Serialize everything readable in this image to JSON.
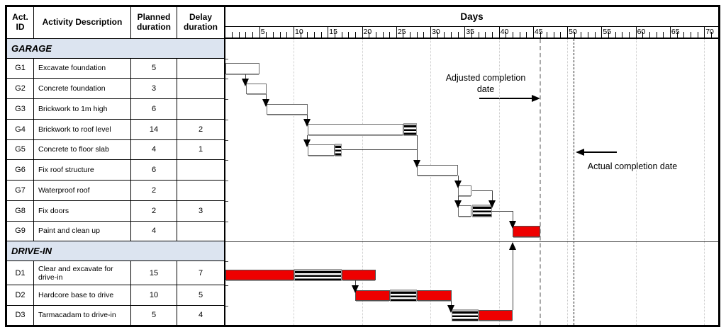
{
  "table": {
    "headers": {
      "id": "Act. ID",
      "description": "Activity Description",
      "planned": "Planned duration",
      "delay": "Delay duration"
    }
  },
  "chart": {
    "axis_title": "Days",
    "major_ticks": [
      5,
      10,
      15,
      20,
      25,
      30,
      35,
      40,
      45,
      50,
      55,
      60,
      65,
      70
    ],
    "annotations": {
      "adjusted": "Adjusted completion date",
      "actual": "Actual completion date"
    },
    "section_band_color": "#dce4f0",
    "bar_red_color": "#ee0000"
  },
  "chart_data": {
    "type": "gantt",
    "xlabel": "Days",
    "xlim": [
      0,
      72
    ],
    "x_major_ticks": [
      5,
      10,
      15,
      20,
      25,
      30,
      35,
      40,
      45,
      50,
      55,
      60,
      65,
      70
    ],
    "sections": [
      {
        "label": "GARAGE",
        "activities": [
          {
            "id": "G1",
            "description": "Excavate foundation",
            "planned_duration": 5,
            "delay_duration": null,
            "bar": [
              {
                "kind": "planned",
                "start": 0,
                "end": 5
              }
            ]
          },
          {
            "id": "G2",
            "description": "Concrete foundation",
            "planned_duration": 3,
            "delay_duration": null,
            "bar": [
              {
                "kind": "planned",
                "start": 3,
                "end": 6
              }
            ]
          },
          {
            "id": "G3",
            "description": "Brickwork to 1m high",
            "planned_duration": 6,
            "delay_duration": null,
            "bar": [
              {
                "kind": "planned",
                "start": 6,
                "end": 12
              }
            ]
          },
          {
            "id": "G4",
            "description": "Brickwork to roof level",
            "planned_duration": 14,
            "delay_duration": 2,
            "bar": [
              {
                "kind": "planned",
                "start": 12,
                "end": 26
              },
              {
                "kind": "delay",
                "start": 26,
                "end": 28
              }
            ]
          },
          {
            "id": "G5",
            "description": "Concrete to floor slab",
            "planned_duration": 4,
            "delay_duration": 1,
            "bar": [
              {
                "kind": "planned",
                "start": 12,
                "end": 16
              },
              {
                "kind": "delay",
                "start": 16,
                "end": 17
              }
            ]
          },
          {
            "id": "G6",
            "description": "Fix roof structure",
            "planned_duration": 6,
            "delay_duration": null,
            "bar": [
              {
                "kind": "planned",
                "start": 28,
                "end": 34
              }
            ]
          },
          {
            "id": "G7",
            "description": "Waterproof roof",
            "planned_duration": 2,
            "delay_duration": null,
            "bar": [
              {
                "kind": "planned",
                "start": 34,
                "end": 36
              }
            ]
          },
          {
            "id": "G8",
            "description": "Fix doors",
            "planned_duration": 2,
            "delay_duration": 3,
            "bar": [
              {
                "kind": "planned",
                "start": 34,
                "end": 36
              },
              {
                "kind": "delay",
                "start": 36,
                "end": 39
              }
            ]
          },
          {
            "id": "G9",
            "description": "Paint and clean up",
            "planned_duration": 4,
            "delay_duration": null,
            "bar": [
              {
                "kind": "actual",
                "start": 42,
                "end": 46
              }
            ]
          }
        ]
      },
      {
        "label": "DRIVE-IN",
        "activities": [
          {
            "id": "D1",
            "description": "Clear and excavate for drive-in",
            "planned_duration": 15,
            "delay_duration": 7,
            "bar": [
              {
                "kind": "actual",
                "start": 0,
                "end": 10
              },
              {
                "kind": "delay",
                "start": 10,
                "end": 17
              },
              {
                "kind": "actual",
                "start": 17,
                "end": 22
              }
            ]
          },
          {
            "id": "D2",
            "description": "Hardcore base to drive",
            "planned_duration": 10,
            "delay_duration": 5,
            "bar": [
              {
                "kind": "actual",
                "start": 19,
                "end": 24
              },
              {
                "kind": "delay",
                "start": 24,
                "end": 28
              },
              {
                "kind": "actual",
                "start": 28,
                "end": 33
              }
            ]
          },
          {
            "id": "D3",
            "description": "Tarmacadam to drive-in",
            "planned_duration": 5,
            "delay_duration": 4,
            "bar": [
              {
                "kind": "delay",
                "start": 33,
                "end": 37
              },
              {
                "kind": "actual",
                "start": 37,
                "end": 42
              }
            ]
          }
        ]
      }
    ],
    "dependencies": [
      {
        "kind": "down",
        "day": 3,
        "from": "G1",
        "to": "G2"
      },
      {
        "kind": "down",
        "day": 6,
        "from": "G2",
        "to": "G3"
      },
      {
        "kind": "down",
        "day": 12,
        "from": "G3",
        "to": "G4"
      },
      {
        "kind": "down",
        "day": 12,
        "from": "G4",
        "to": "G5"
      },
      {
        "kind": "join",
        "row": "G5",
        "fromDay": 17,
        "toDay": 28
      },
      {
        "kind": "down",
        "day": 28,
        "from": "G4",
        "to": "G6"
      },
      {
        "kind": "down",
        "day": 34,
        "from": "G6",
        "to": "G7"
      },
      {
        "kind": "down",
        "day": 34,
        "from": "G7",
        "to": "G8"
      },
      {
        "kind": "elbow",
        "from": "G7",
        "fromDay": 36,
        "toDay": 39,
        "to": "G8"
      },
      {
        "kind": "elbow",
        "from": "G8",
        "fromDay": 39,
        "toDay": 42,
        "to": "G9"
      },
      {
        "kind": "down",
        "day": 19,
        "from": "D1",
        "to": "D2"
      },
      {
        "kind": "down",
        "day": 33,
        "from": "D2",
        "to": "D3"
      },
      {
        "kind": "up",
        "day": 42,
        "from": "D3"
      }
    ],
    "reference_lines": [
      {
        "id": "adjusted",
        "label": "Adjusted completion date",
        "day": 46,
        "style": "dashed-gray"
      },
      {
        "id": "actual",
        "label": "Actual completion date",
        "day": 51,
        "style": "dashed-black"
      }
    ],
    "gridline_days": [
      10,
      20,
      30,
      40,
      50,
      60,
      70
    ]
  }
}
